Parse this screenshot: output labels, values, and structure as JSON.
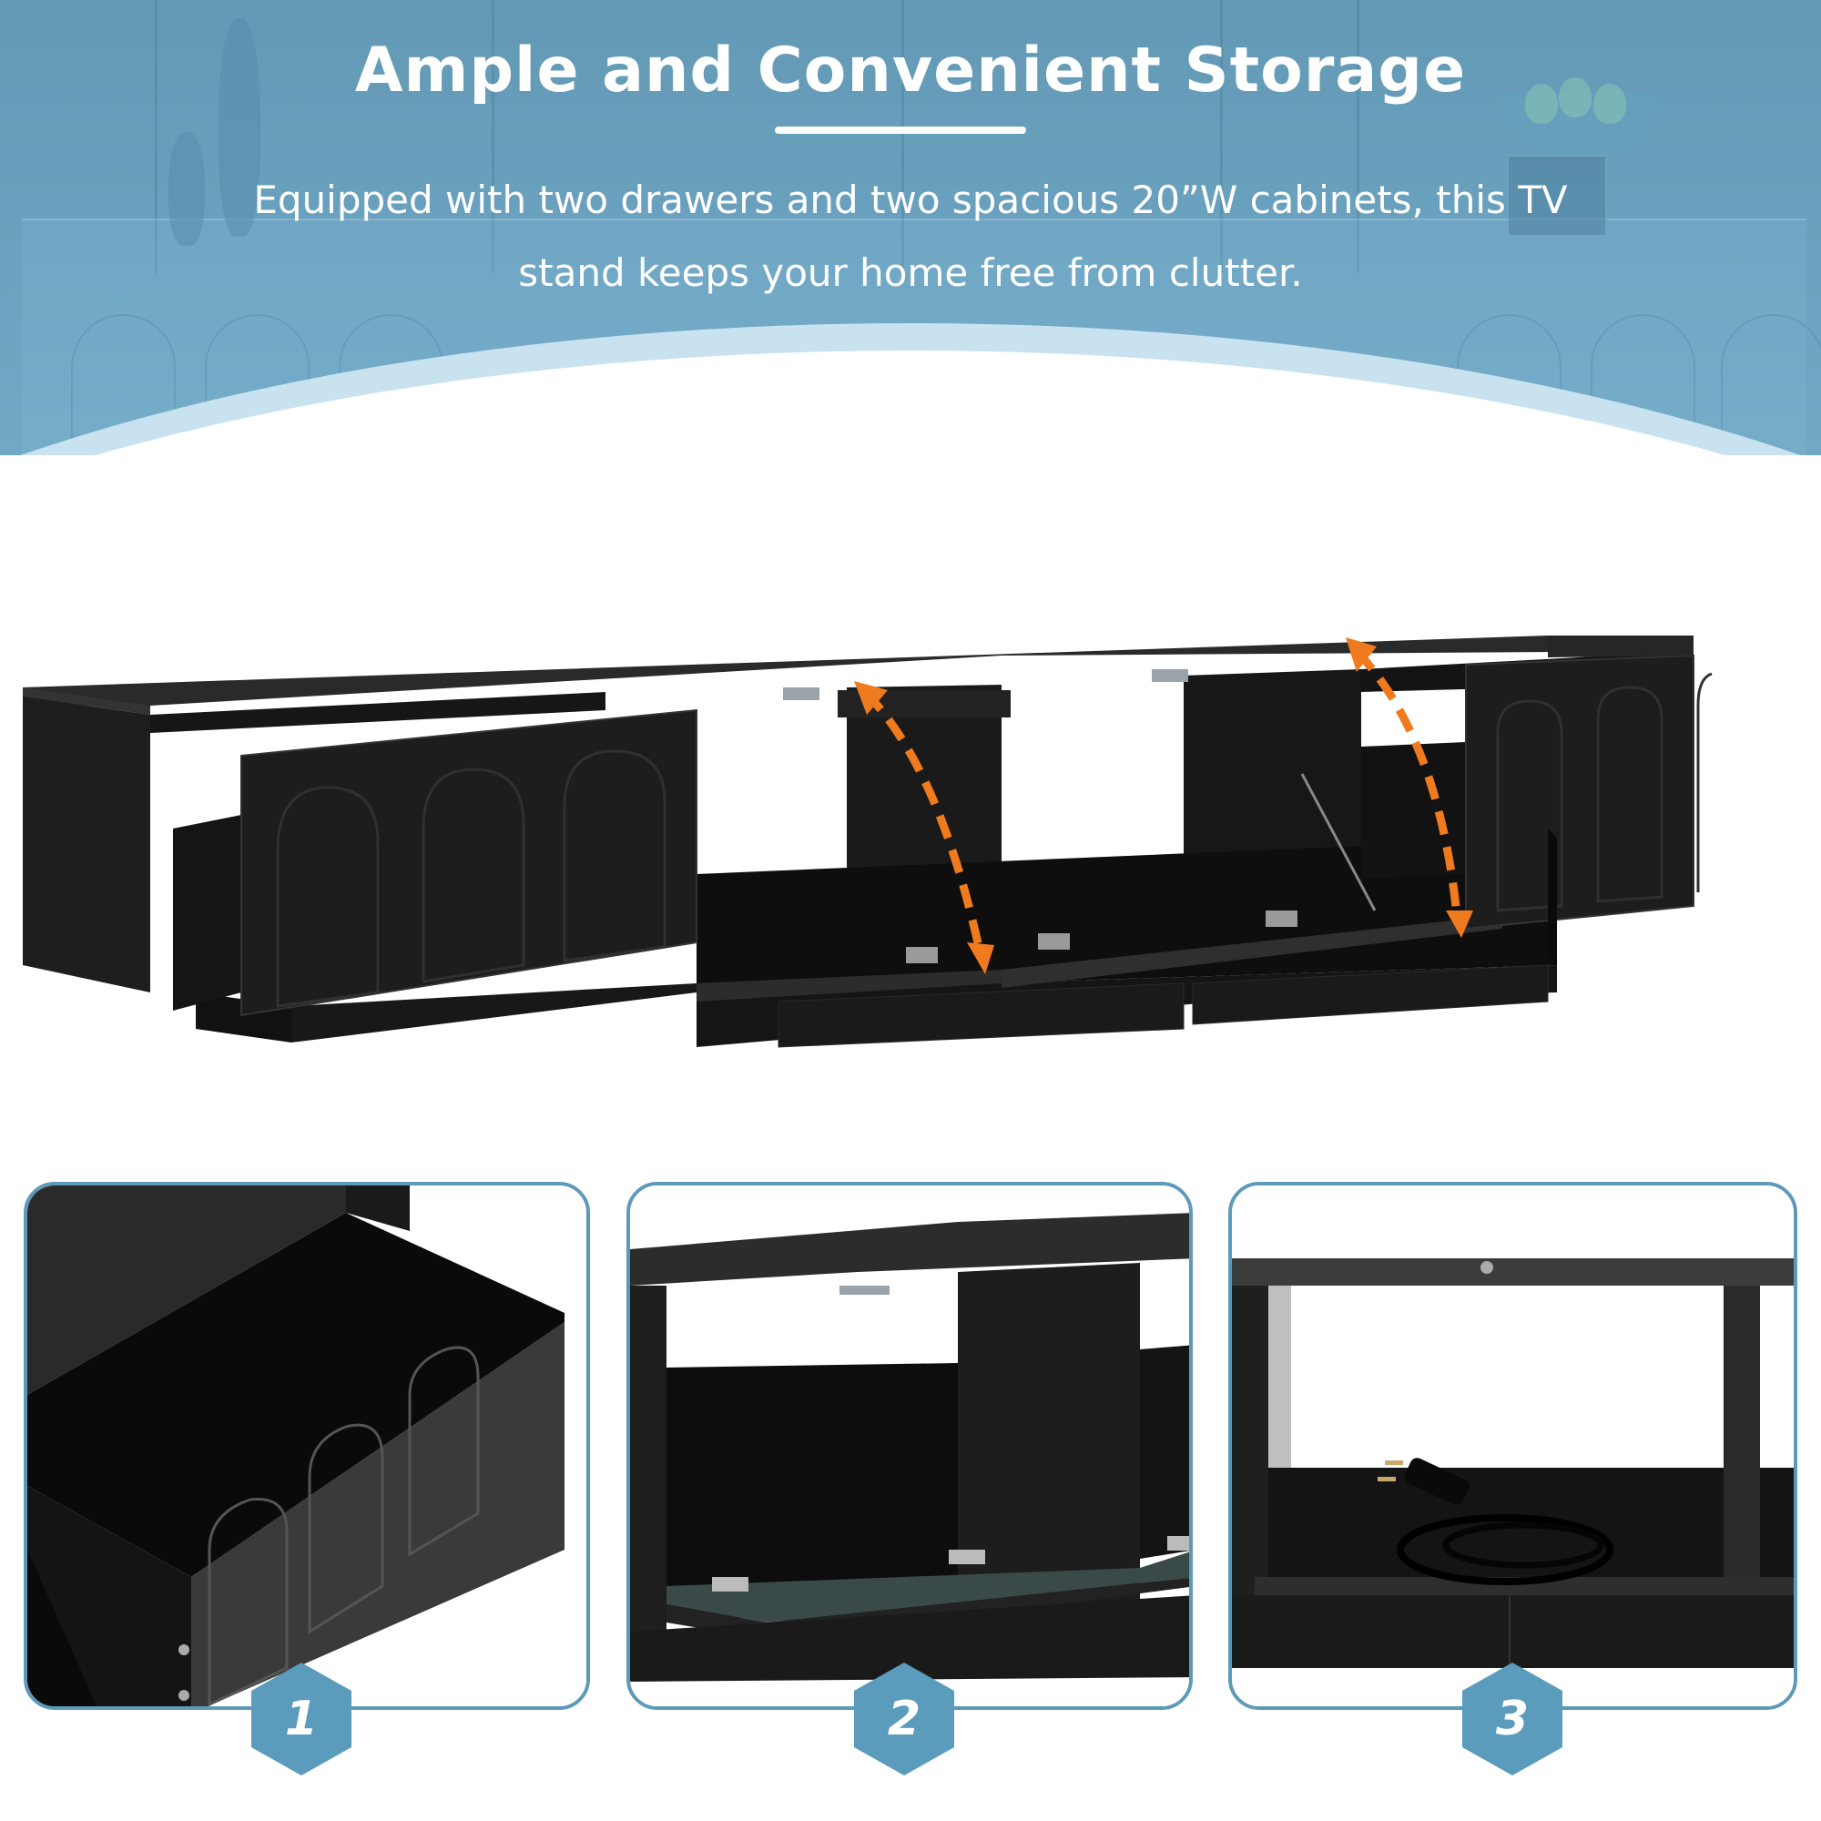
{
  "header": {
    "title": "Ample and Convenient Storage",
    "subtitle_line1": "Equipped with two drawers and two spacious 20”W cabinets, this TV",
    "subtitle_line2": "stand keeps your home free from clutter."
  },
  "colors": {
    "banner_blue": "#6ba3c0",
    "arc_light_blue": "#c9e2ef",
    "card_border": "#5d99b8",
    "badge_blue": "#5b9bbc",
    "arrow_orange": "#f07a1e",
    "furniture_black": "#1c1c1c"
  },
  "main_image": {
    "subject": "black TV stand with two open drawers and two open flip-down cabinets",
    "annotations": [
      {
        "type": "dashed-double-arrow",
        "color": "orange",
        "target": "left flip-down cabinet door"
      },
      {
        "type": "dashed-double-arrow",
        "color": "orange",
        "target": "right flip-down cabinet door"
      }
    ]
  },
  "detail_cards": [
    {
      "badge": "1",
      "subject": "open drawer with arched front panel"
    },
    {
      "badge": "2",
      "subject": "open flip-down cabinet with hinges"
    },
    {
      "badge": "3",
      "subject": "cabinet interior with power cord"
    }
  ]
}
